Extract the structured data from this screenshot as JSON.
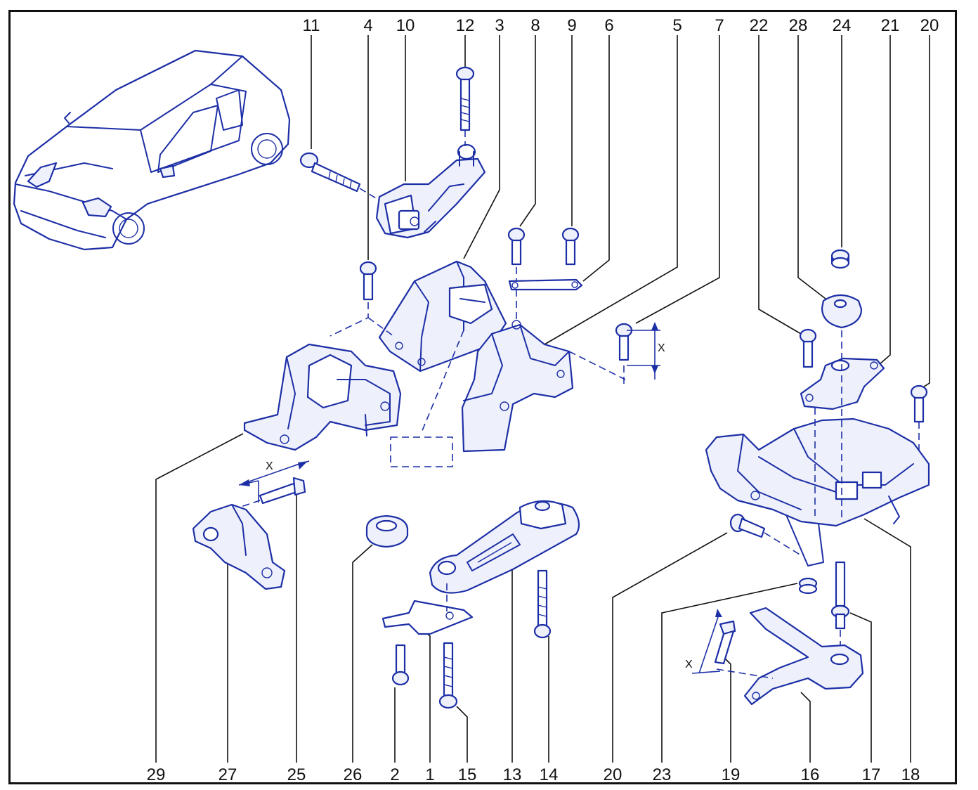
{
  "callouts_top": [
    {
      "id": "label-11",
      "text": "11"
    },
    {
      "id": "label-4",
      "text": "4"
    },
    {
      "id": "label-10",
      "text": "10"
    },
    {
      "id": "label-12",
      "text": "12"
    },
    {
      "id": "label-3",
      "text": "3"
    },
    {
      "id": "label-8",
      "text": "8"
    },
    {
      "id": "label-9",
      "text": "9"
    },
    {
      "id": "label-6",
      "text": "6"
    },
    {
      "id": "label-5",
      "text": "5"
    },
    {
      "id": "label-7",
      "text": "7"
    },
    {
      "id": "label-22",
      "text": "22"
    },
    {
      "id": "label-28",
      "text": "28"
    },
    {
      "id": "label-24",
      "text": "24"
    },
    {
      "id": "label-21",
      "text": "21"
    },
    {
      "id": "label-20-top",
      "text": "20"
    }
  ],
  "callouts_bottom": [
    {
      "id": "label-29",
      "text": "29"
    },
    {
      "id": "label-27",
      "text": "27"
    },
    {
      "id": "label-25",
      "text": "25"
    },
    {
      "id": "label-26",
      "text": "26"
    },
    {
      "id": "label-2",
      "text": "2"
    },
    {
      "id": "label-1",
      "text": "1"
    },
    {
      "id": "label-15",
      "text": "15"
    },
    {
      "id": "label-13",
      "text": "13"
    },
    {
      "id": "label-14",
      "text": "14"
    },
    {
      "id": "label-20-bottom",
      "text": "20"
    },
    {
      "id": "label-23",
      "text": "23"
    },
    {
      "id": "label-19",
      "text": "19"
    },
    {
      "id": "label-16",
      "text": "16"
    },
    {
      "id": "label-17",
      "text": "17"
    },
    {
      "id": "label-18",
      "text": "18"
    }
  ],
  "dimension_markers": [
    {
      "id": "dim-x-7",
      "text": "X"
    },
    {
      "id": "dim-x-25",
      "text": "X"
    },
    {
      "id": "dim-x-19",
      "text": "X"
    }
  ],
  "colors": {
    "line": "#1d2fa6",
    "fill": "#eef1fb",
    "text": "#111111",
    "background": "#ffffff"
  }
}
